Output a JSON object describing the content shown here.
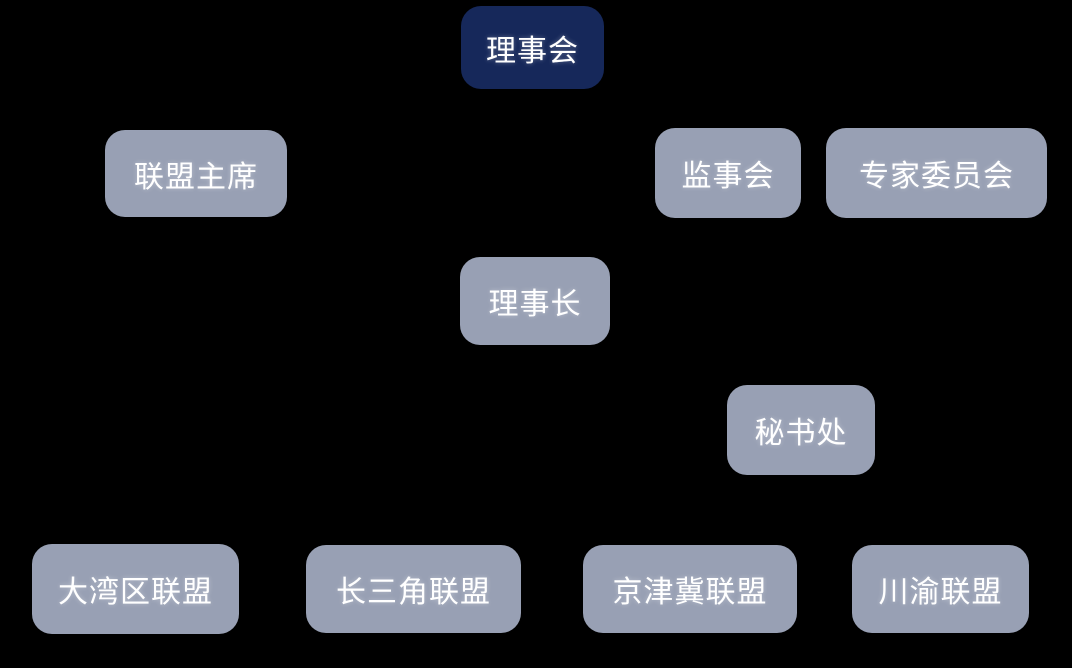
{
  "colors": {
    "background": "#000000",
    "primary_node_fill": "#16285a",
    "secondary_node_fill": "#98a0b4",
    "node_text": "#ffffff"
  },
  "nodes": [
    {
      "label": "理事会",
      "variant": "primary"
    },
    {
      "label": "联盟主席",
      "variant": "secondary"
    },
    {
      "label": "监事会",
      "variant": "secondary"
    },
    {
      "label": "专家委员会",
      "variant": "secondary"
    },
    {
      "label": "理事长",
      "variant": "secondary"
    },
    {
      "label": "秘书处",
      "variant": "secondary"
    },
    {
      "label": "大湾区联盟",
      "variant": "secondary"
    },
    {
      "label": "长三角联盟",
      "variant": "secondary"
    },
    {
      "label": "京津冀联盟",
      "variant": "secondary"
    },
    {
      "label": "川渝联盟",
      "variant": "secondary"
    }
  ]
}
